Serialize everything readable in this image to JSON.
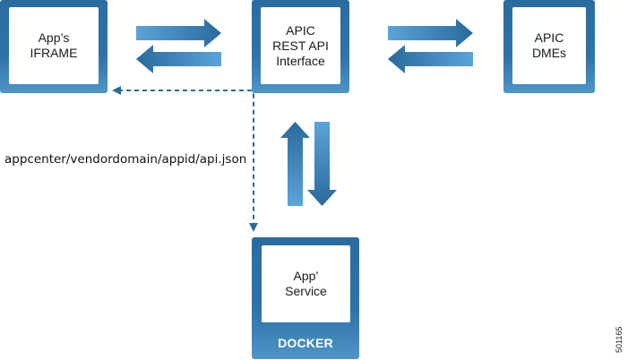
{
  "diagram": {
    "nodes": {
      "iframe": {
        "line1": "App’s",
        "line2": "IFRAME"
      },
      "rest_api": {
        "line1": "APIC",
        "line2": "REST API",
        "line3": "Interface"
      },
      "dmes": {
        "line1": "APIC",
        "line2": "DMEs"
      },
      "service": {
        "line1": "App’",
        "line2": "Service",
        "container_label": "DOCKER"
      }
    },
    "edges": [
      {
        "from": "iframe",
        "to": "rest_api",
        "type": "bidirectional"
      },
      {
        "from": "rest_api",
        "to": "dmes",
        "type": "bidirectional"
      },
      {
        "from": "rest_api",
        "to": "service",
        "type": "bidirectional"
      },
      {
        "from": "service",
        "to": "iframe",
        "type": "dashed",
        "label": "appcenter/vendordomain/appid/api.json"
      }
    ],
    "path_label": "appcenter/vendordomain/appid/api.json",
    "figure_id": "501165",
    "colors": {
      "dark_blue": "#2a6a9c",
      "light_blue": "#5ba3d9",
      "dashed": "#2b6a9b"
    }
  }
}
